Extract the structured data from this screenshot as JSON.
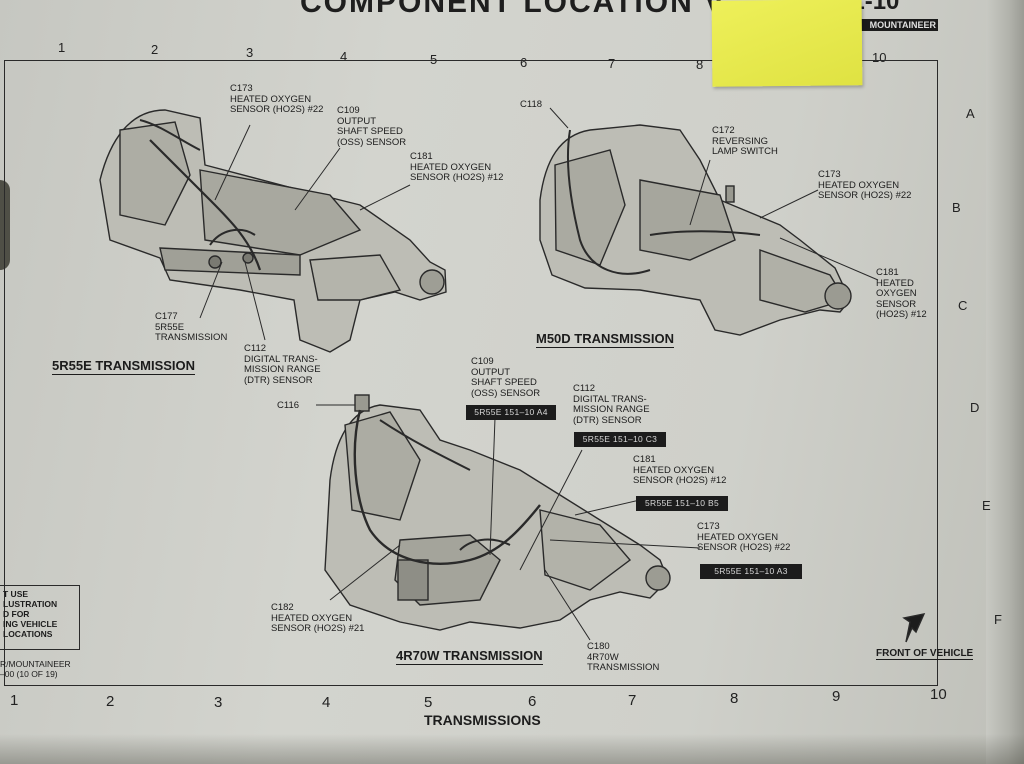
{
  "header": {
    "title": "COMPONENT LOCATION V",
    "code": "51-10",
    "bar_text": "MOUNTAINEER"
  },
  "grid": {
    "columns": [
      "1",
      "2",
      "3",
      "4",
      "5",
      "6",
      "7",
      "8",
      "9",
      "10"
    ],
    "rows": [
      "A",
      "B",
      "C",
      "D",
      "E",
      "F"
    ]
  },
  "sections": {
    "r55e": {
      "title": "5R55E TRANSMISSION",
      "labels": {
        "c173": "C173\nHEATED OXYGEN\nSENSOR (HO2S) #22",
        "c109": "C109\nOUTPUT\nSHAFT SPEED\n(OSS) SENSOR",
        "c181": "C181\nHEATED OXYGEN\nSENSOR (HO2S) #12",
        "c177": "C177\n5R55E\nTRANSMISSION",
        "c112": "C112\nDIGITAL TRANS-\nMISSION RANGE\n(DTR) SENSOR"
      }
    },
    "m50d": {
      "title": "M50D TRANSMISSION",
      "labels": {
        "c118": "C118",
        "c172": "C172\nREVERSING\nLAMP SWITCH",
        "c173": "C173\nHEATED OXYGEN\nSENSOR (HO2S) #22",
        "c181": "C181\nHEATED\nOXYGEN\nSENSOR\n(HO2S) #12"
      }
    },
    "r70w": {
      "title": "4R70W TRANSMISSION",
      "labels": {
        "c116": "C116",
        "c109": "C109\nOUTPUT\nSHAFT SPEED\n(OSS) SENSOR",
        "c112": "C112\nDIGITAL TRANS-\nMISSION RANGE\n(DTR) SENSOR",
        "c181": "C181\nHEATED OXYGEN\nSENSOR (HO2S) #12",
        "c173": "C173\nHEATED OXYGEN\nSENSOR (HO2S) #22",
        "c182": "C182\nHEATED OXYGEN\nSENSOR (HO2S) #21",
        "c180": "C180\n4R70W\nTRANSMISSION"
      },
      "refs": {
        "c109": "5R55E 151–10 A4",
        "c112": "5R55E 151–10 C3",
        "c181": "5R55E 151–10 B5",
        "c173": "5R55E 151–10 A3"
      }
    }
  },
  "footnote": "T USE\nLUSTRATION\nD FOR\nING VEHICLE\nLOCATIONS",
  "footer": {
    "left": "R/MOUNTAINEER\n–00 (10 OF 19)",
    "title": "TRANSMISSIONS",
    "front": "FRONT OF VEHICLE"
  }
}
